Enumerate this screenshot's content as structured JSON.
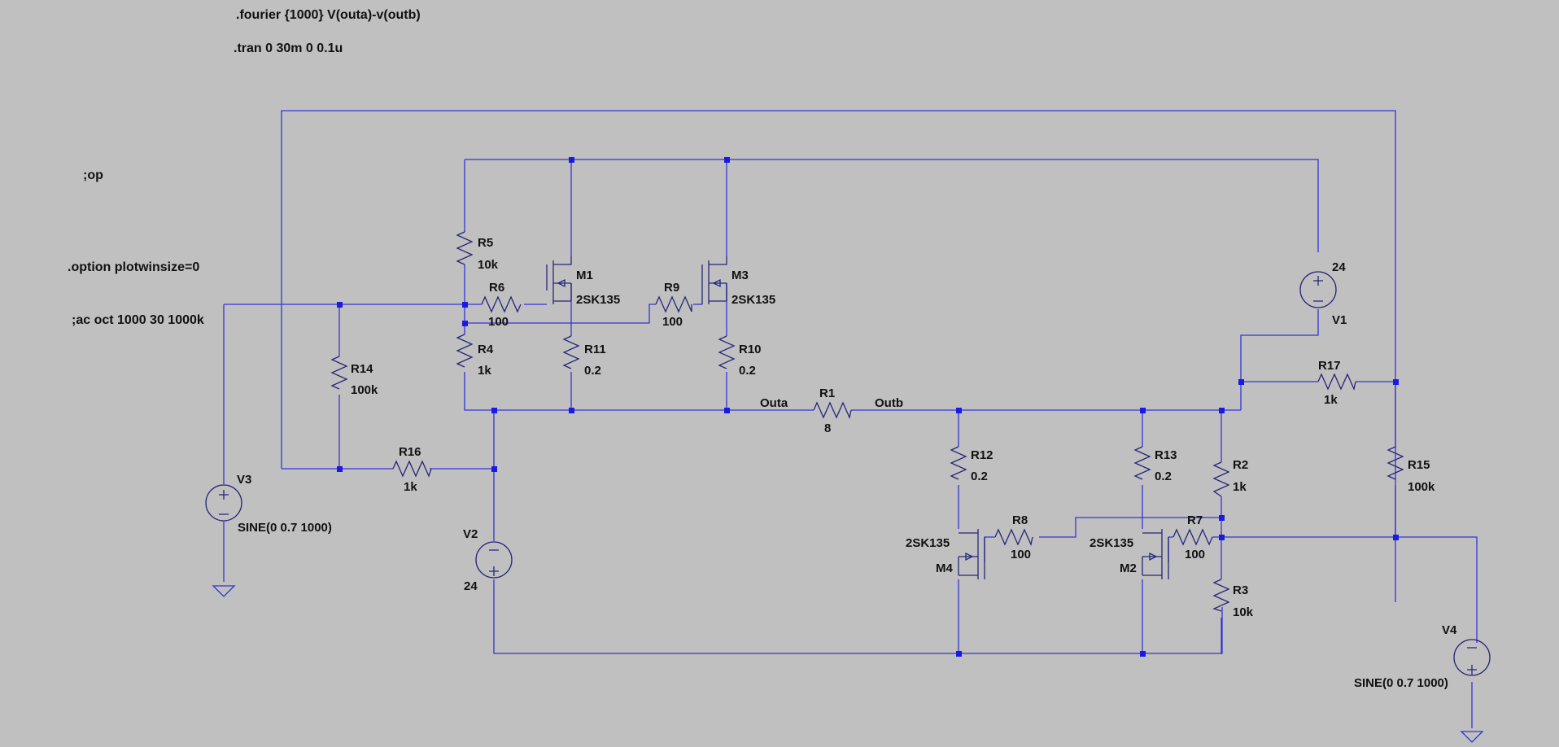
{
  "directives": {
    "fourier": ".fourier {1000} V(outa)-v(outb)",
    "tran": ".tran 0 30m 0 0.1u",
    "op": ";op",
    "option": ".option plotwinsize=0",
    "ac": ";ac oct 1000 30 1000k"
  },
  "components": {
    "R1": {
      "name": "R1",
      "value": "8"
    },
    "R2": {
      "name": "R2",
      "value": "1k"
    },
    "R3": {
      "name": "R3",
      "value": "10k"
    },
    "R4": {
      "name": "R4",
      "value": "1k"
    },
    "R5": {
      "name": "R5",
      "value": "10k"
    },
    "R6": {
      "name": "R6",
      "value": "100"
    },
    "R7": {
      "name": "R7",
      "value": "100"
    },
    "R8": {
      "name": "R8",
      "value": "100"
    },
    "R9": {
      "name": "R9",
      "value": "100"
    },
    "R10": {
      "name": "R10",
      "value": "0.2"
    },
    "R11": {
      "name": "R11",
      "value": "0.2"
    },
    "R12": {
      "name": "R12",
      "value": "0.2"
    },
    "R13": {
      "name": "R13",
      "value": "0.2"
    },
    "R14": {
      "name": "R14",
      "value": "100k"
    },
    "R15": {
      "name": "R15",
      "value": "100k"
    },
    "R16": {
      "name": "R16",
      "value": "1k"
    },
    "R17": {
      "name": "R17",
      "value": "1k"
    },
    "M1": {
      "name": "M1",
      "value": "2SK135"
    },
    "M2": {
      "name": "M2",
      "value": "2SK135"
    },
    "M3": {
      "name": "M3",
      "value": "2SK135"
    },
    "M4": {
      "name": "M4",
      "value": "2SK135"
    },
    "V1": {
      "name": "V1",
      "value": "24"
    },
    "V2": {
      "name": "V2",
      "value": "24"
    },
    "V3": {
      "name": "V3",
      "value": "SINE(0 0.7 1000)"
    },
    "V4": {
      "name": "V4",
      "value": "SINE(0 0.7 1000)"
    }
  },
  "nets": {
    "outa": "Outa",
    "outb": "Outb"
  },
  "colors": {
    "background": "#c0c0c0",
    "wire": "#3434d6",
    "junction": "#1a1ae6",
    "component": "#25257a"
  }
}
